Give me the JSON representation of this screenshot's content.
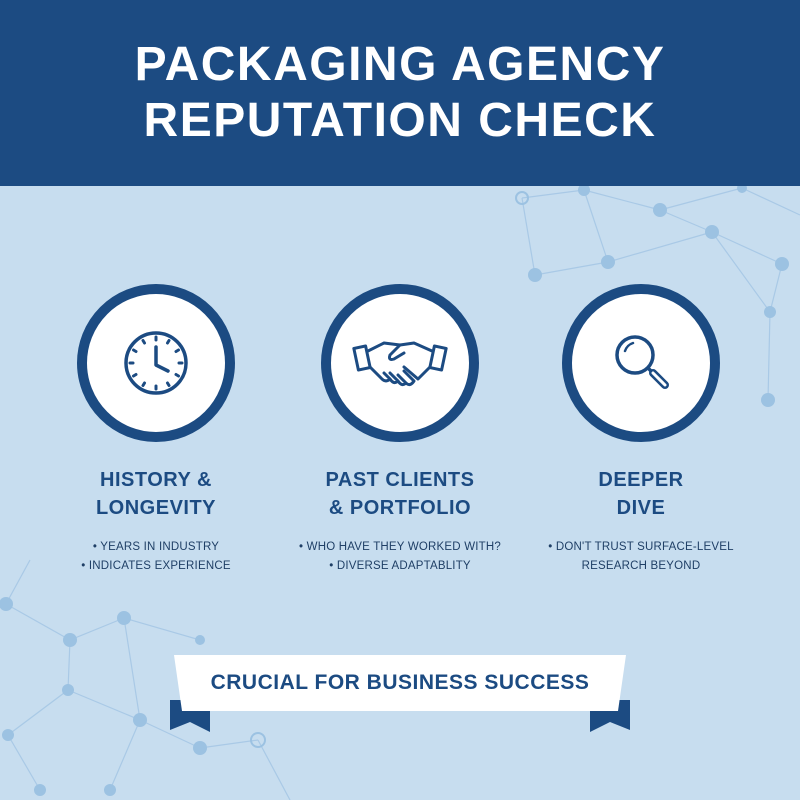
{
  "header": {
    "title_line1": "PACKAGING AGENCY",
    "title_line2": "REPUTATION CHECK"
  },
  "features": [
    {
      "icon": "clock-icon",
      "title_line1": "HISTORY &",
      "title_line2": "LONGEVITY",
      "points": [
        "YEARS IN INDUSTRY",
        "INDICATES EXPERIENCE"
      ]
    },
    {
      "icon": "handshake-icon",
      "title_line1": "PAST CLIENTS",
      "title_line2": "& PORTFOLIO",
      "points": [
        "WHO HAVE THEY WORKED WITH?",
        "DIVERSE ADAPTABLITY"
      ]
    },
    {
      "icon": "magnifying-glass-icon",
      "title_line1": "DEEPER",
      "title_line2": "DIVE",
      "points": [
        "DON'T TRUST SURFACE-LEVEL",
        "RESEARCH BEYOND"
      ]
    }
  ],
  "banner": {
    "text": "CRUCIAL FOR BUSINESS SUCCESS"
  },
  "colors": {
    "primary": "#1c4b82",
    "background": "#c7ddef",
    "network": "#9cc2e2"
  }
}
